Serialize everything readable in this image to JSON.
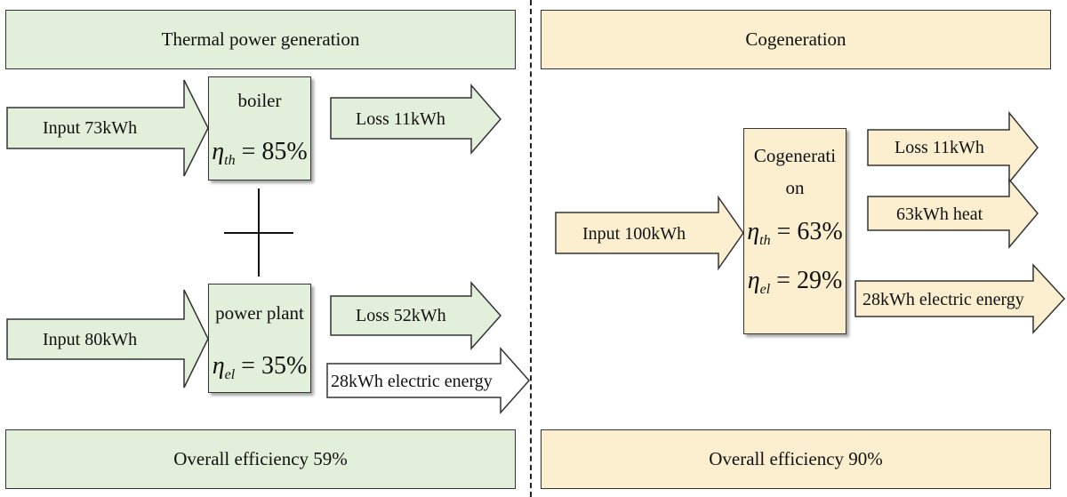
{
  "thermal": {
    "header": "Thermal power generation",
    "boiler": {
      "title": "boiler",
      "eta_symbol": "η",
      "eta_sub": "th",
      "eta_value": "= 85%"
    },
    "plant": {
      "title": "power plant",
      "eta_symbol": "η",
      "eta_sub": "el",
      "eta_value": "= 35%"
    },
    "arrows": {
      "input_boiler": "Input 73kWh",
      "loss_boiler": "Loss 11kWh",
      "input_plant": "Input 80kWh",
      "loss_plant": "Loss 52kWh",
      "electric": "28kWh electric energy"
    },
    "footer": "Overall efficiency 59%"
  },
  "cogen": {
    "header": "Cogeneration",
    "unit": {
      "title_line1": "Cogenerati",
      "title_line2": "on",
      "eta_th_symbol": "η",
      "eta_th_sub": "th",
      "eta_th_value": "= 63%",
      "eta_el_symbol": "η",
      "eta_el_sub": "el",
      "eta_el_value": "= 29%"
    },
    "arrows": {
      "input": "Input 100kWh",
      "loss": "Loss 11kWh",
      "heat": "63kWh heat",
      "electric": "28kWh electric energy"
    },
    "footer": "Overall efficiency 90%"
  },
  "colors": {
    "green_fill": "#e2efda",
    "yellow_fill": "#fcefcf",
    "border": "#333333"
  }
}
